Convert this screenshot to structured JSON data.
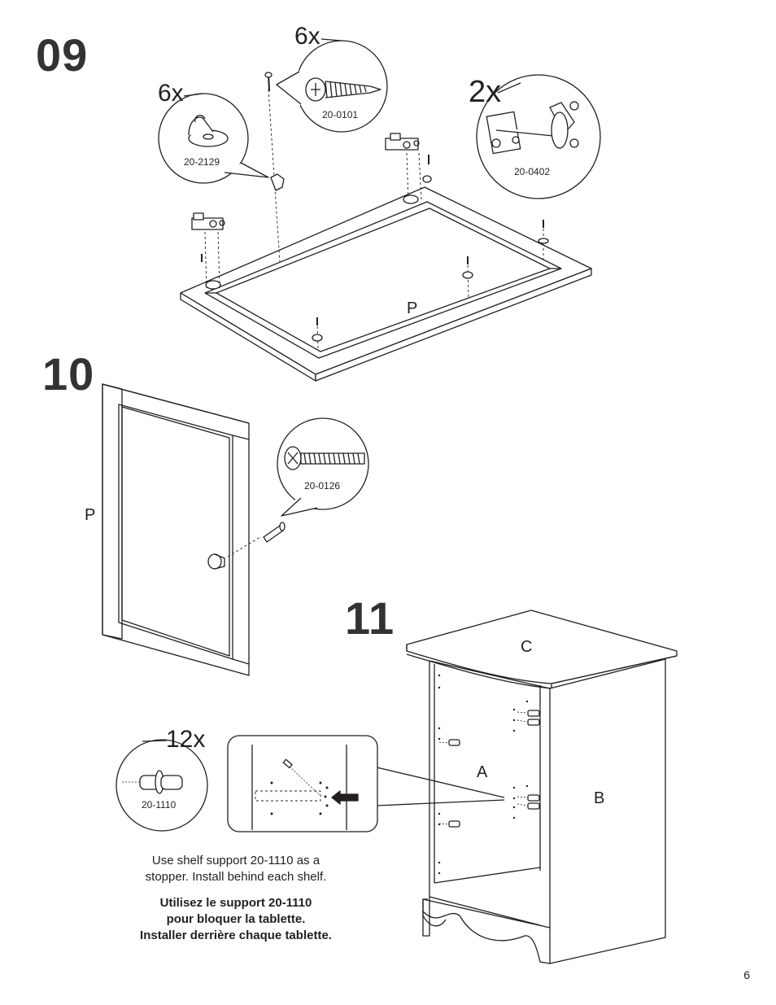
{
  "page": {
    "number": "6"
  },
  "step09": {
    "number": "09",
    "parts": [
      {
        "qty": "6x",
        "code": "20-0101",
        "icon": "screw-icon"
      },
      {
        "qty": "6x",
        "code": "20-2129",
        "icon": "cam-lock-icon"
      },
      {
        "qty": "2x",
        "code": "20-0402",
        "icon": "hinge-icon"
      }
    ],
    "panel_label": "P"
  },
  "step10": {
    "number": "10",
    "panel_label": "P",
    "part": {
      "code": "20-0126",
      "icon": "knob-screw-icon"
    }
  },
  "step11": {
    "number": "11",
    "part": {
      "qty": "12x",
      "code": "20-1110",
      "icon": "shelf-support-icon"
    },
    "labels": {
      "top": "C",
      "left": "A",
      "right": "B"
    },
    "note_en": [
      "Use shelf support 20-1110 as a",
      "stopper. Install behind each shelf."
    ],
    "note_fr": [
      "Utilisez le support 20-1110",
      "pour bloquer la tablette.",
      "Installer derrière chaque tablette."
    ]
  }
}
